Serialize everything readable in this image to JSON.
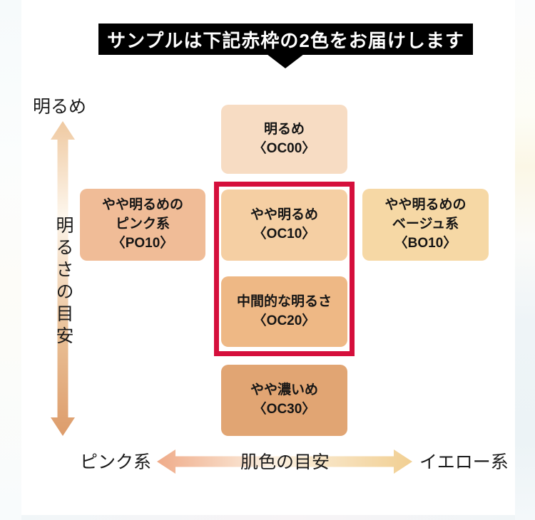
{
  "banner": {
    "text": "サンプルは下記赤枠の2色をお届けします",
    "bg_color": "#000000",
    "text_color": "#ffffff"
  },
  "highlight": {
    "frame_color": "#d50f3c"
  },
  "y_axis": {
    "top_label": "明るめ",
    "axis_title": "明るさの目安",
    "gradient": {
      "top": "#efc9a1",
      "light": "#fdf6ec",
      "mid": "#e9bf95",
      "bottom": "#dd9c6b"
    }
  },
  "x_axis": {
    "left_label": "ピンク系",
    "axis_title": "肌色の目安",
    "right_label": "イエロー系",
    "gradient": {
      "left": "#efab89",
      "mid": "#fcf1e2",
      "right": "#f1cf92"
    }
  },
  "shades": {
    "oc00": {
      "line1": "明るめ",
      "code": "〈OC00〉",
      "color": "#f7dcc3"
    },
    "oc10": {
      "line1": "やや明るめ",
      "code": "〈OC10〉",
      "color": "#f5cfa3"
    },
    "oc20": {
      "line1": "中間的な明るさ",
      "code": "〈OC20〉",
      "color": "#eeb885"
    },
    "oc30": {
      "line1": "やや濃いめ",
      "code": "〈OC30〉",
      "color": "#e1a573"
    },
    "po10": {
      "line1": "やや明るめの",
      "line2": "ピンク系",
      "code": "〈PO10〉",
      "color": "#f0bc97"
    },
    "bo10": {
      "line1": "やや明るめの",
      "line2": "ベージュ系",
      "code": "〈BO10〉",
      "color": "#f6d8a5"
    }
  }
}
